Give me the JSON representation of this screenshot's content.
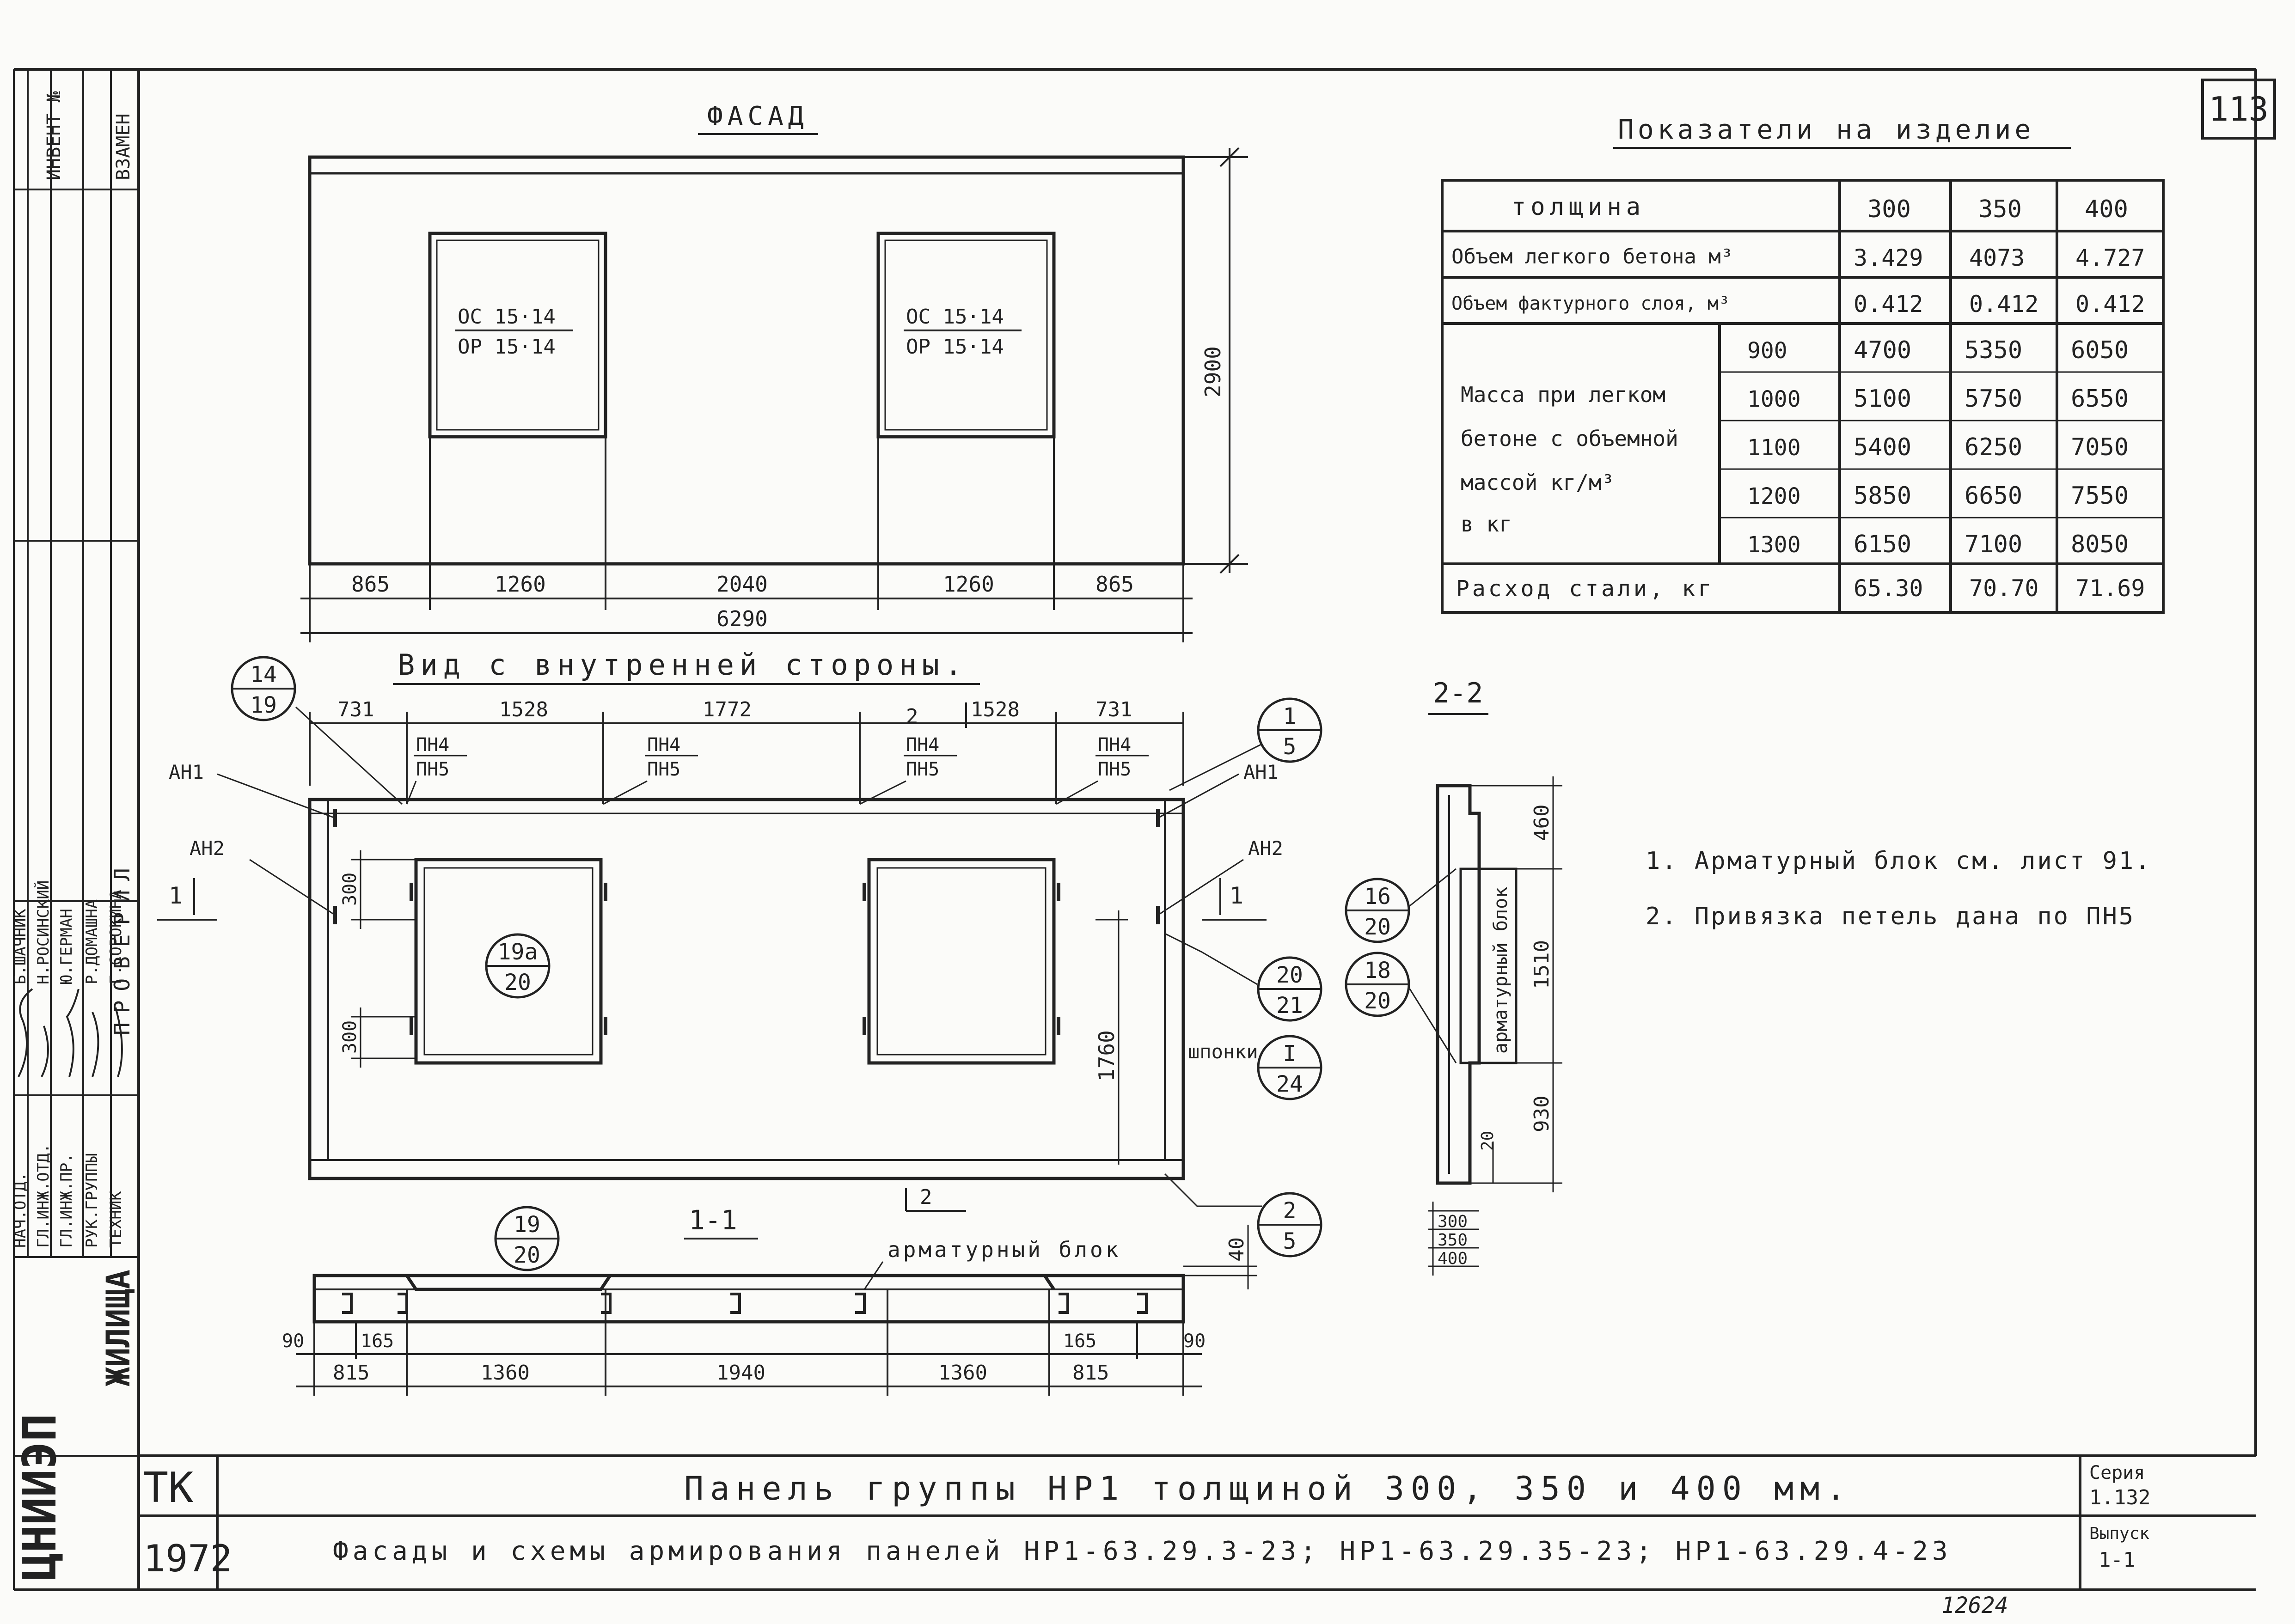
{
  "sheet_number": "113",
  "facade": {
    "title": "ФАСАД",
    "window_left": [
      "ОС 15·14",
      "ОР 15·14"
    ],
    "window_right": [
      "ОС 15·14",
      "ОР 15·14"
    ],
    "height_dim": "2900",
    "dims": [
      "865",
      "1260",
      "2040",
      "1260",
      "865"
    ],
    "total_dim": "6290"
  },
  "indicators": {
    "title": "Показатели на изделие",
    "header": {
      "label": "толщина",
      "cols": [
        "300",
        "350",
        "400"
      ]
    },
    "rows": [
      {
        "label": "Объем легкого бетона м³",
        "values": [
          "3.429",
          "4073",
          "4.727"
        ]
      },
      {
        "label": "Объем фактурного слоя, м³",
        "values": [
          "0.412",
          "0.412",
          "0.412"
        ]
      }
    ],
    "mass_label": [
      "Масса при легком",
      "бетоне с объемной",
      "массой  кг/м³",
      "в кг"
    ],
    "mass_rows": [
      {
        "density": "900",
        "values": [
          "4700",
          "5350",
          "6050"
        ]
      },
      {
        "density": "1000",
        "values": [
          "5100",
          "5750",
          "6550"
        ]
      },
      {
        "density": "1100",
        "values": [
          "5400",
          "6250",
          "7050"
        ]
      },
      {
        "density": "1200",
        "values": [
          "5850",
          "6650",
          "7550"
        ]
      },
      {
        "density": "1300",
        "values": [
          "6150",
          "7100",
          "8050"
        ]
      }
    ],
    "steel": {
      "label": "Расход  стали, кг",
      "values": [
        "65.30",
        "70.70",
        "71.69"
      ]
    }
  },
  "inner_view": {
    "title": "Вид с внутренней стороны.",
    "top_dims": [
      "731",
      "1528",
      "1772",
      "1528",
      "731"
    ],
    "section_mark": "2",
    "loops": [
      [
        "ПН4",
        "ПН5"
      ],
      [
        "ПН4",
        "ПН5"
      ],
      [
        "ПН4",
        "ПН5"
      ],
      [
        "ПН4",
        "ПН5"
      ]
    ],
    "labels": {
      "an1": "АН1",
      "an2": "АН2",
      "shponki": "шпонки",
      "cut": "1"
    },
    "dims_300": [
      "300",
      "300"
    ],
    "height_dim": "1760",
    "callouts": [
      {
        "top": "14",
        "bottom": "19"
      },
      {
        "top": "1",
        "bottom": "5"
      },
      {
        "top": "19а",
        "bottom": "20"
      },
      {
        "top": "20",
        "bottom": "21"
      },
      {
        "top": "I",
        "bottom": "24"
      },
      {
        "top": "2",
        "bottom": "5"
      }
    ]
  },
  "section_11": {
    "title": "1-1",
    "block_label": "арматурный блок",
    "cut_mark": "2",
    "callout": {
      "top": "19",
      "bottom": "20"
    },
    "dim_40": "40",
    "small_dims": [
      "90",
      "165",
      "165",
      "90"
    ],
    "dims": [
      "815",
      "1360",
      "1940",
      "1360",
      "815"
    ]
  },
  "section_22": {
    "title": "2-2",
    "block_text": "арматурный блок",
    "dims": [
      "460",
      "1510",
      "930",
      "20"
    ],
    "thicknesses": [
      "300",
      "350",
      "400"
    ],
    "callouts": [
      {
        "top": "16",
        "bottom": "20"
      },
      {
        "top": "18",
        "bottom": "20"
      }
    ]
  },
  "notes": [
    "1. Арматурный блок см. лист 91.",
    "2. Привязка петель дана по ПН5"
  ],
  "left_stamp": {
    "vertical": [
      "ИНВЕНТ №",
      "ВЗАМЕН",
      "ПРОВЕРИЛ",
      "ЖИЛИЩА",
      "ЦНИИЭП"
    ],
    "roles": [
      "НАЧ.ОТД.",
      "ГЛ.ИНЖ.ОТД.",
      "ГЛ.ИНЖ.ПР.",
      "РУК.ГРУППЫ",
      "ТЕХНИК"
    ],
    "names": [
      "Б.ШАЧНИК",
      "Н.РОСИНСКИЙ",
      "Ю.ГЕРМАН",
      "Р.ДОМАШНА",
      "Г.СОРОКИНА"
    ]
  },
  "title_block": {
    "tk": "ТК",
    "year": "1972",
    "line1": "Панель группы НР1 толщиной 300, 350 и 400 мм.",
    "line2": "Фасады и схемы армирования панелей  НР1-63.29.3-23;  НР1-63.29.35-23;  НР1-63.29.4-23",
    "series_label": "Серия",
    "series": "1.132",
    "issue_label": "Выпуск",
    "issue": "1-1"
  },
  "archive_number": "12624"
}
